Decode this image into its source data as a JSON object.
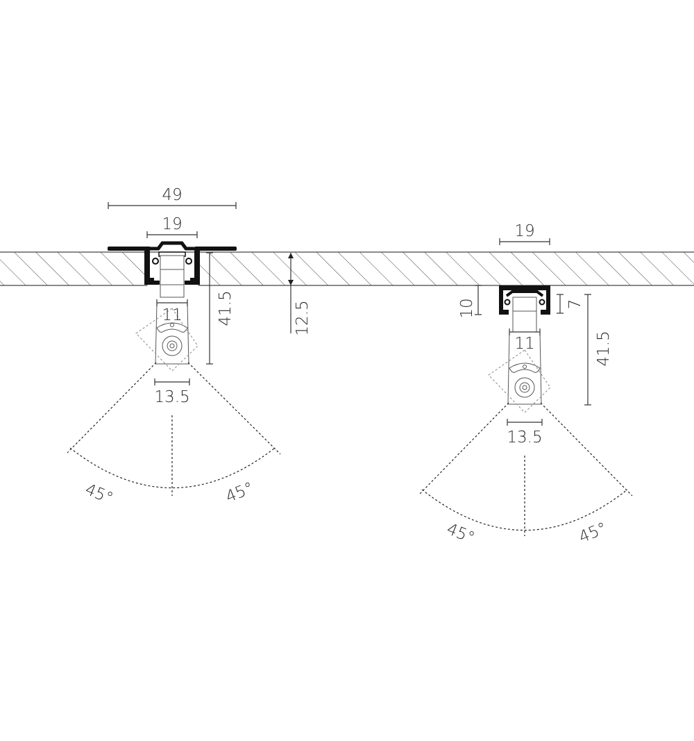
{
  "diagram": {
    "colors": {
      "ink": "#111111",
      "line": "#333333",
      "background": "#ffffff"
    },
    "left_assembly": {
      "flange_width": "49",
      "profile_width": "19",
      "body_width": "11",
      "head_width": "13.5",
      "height": "41.5",
      "ceiling_thickness": "12.5",
      "angle_left": "45°",
      "angle_right": "45°"
    },
    "right_assembly": {
      "profile_width": "19",
      "profile_height": "10",
      "inner_height": "7",
      "body_width": "11",
      "head_width": "13.5",
      "height": "41.5",
      "angle_left": "45°",
      "angle_right": "45°"
    }
  }
}
